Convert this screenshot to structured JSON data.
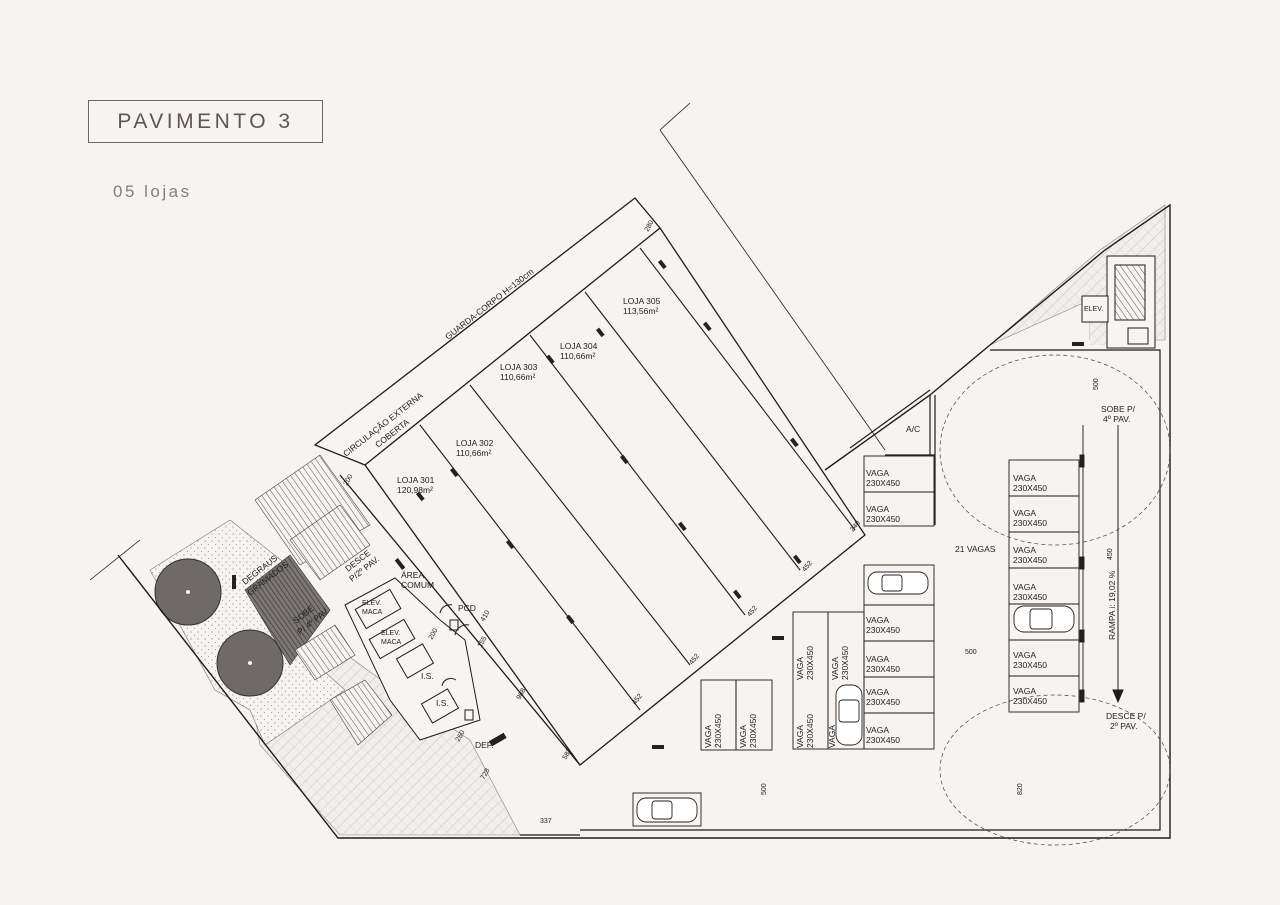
{
  "header": {
    "title": "PAVIMENTO 3",
    "subtitle": "05 lojas"
  },
  "stores": [
    {
      "name": "LOJA 301",
      "area": "120,98m²"
    },
    {
      "name": "LOJA 302",
      "area": "110,66m²"
    },
    {
      "name": "LOJA 303",
      "area": "110,66m²"
    },
    {
      "name": "LOJA 304",
      "area": "110,66m²"
    },
    {
      "name": "LOJA 305",
      "area": "113,56m²"
    }
  ],
  "labels": {
    "guard_rail": "GUARDA-CORPO H=130cm",
    "circulation_1": "CIRCULAÇÃO EXTERNA",
    "circulation_2": "COBERTA",
    "area_comum_1": "ÁREA",
    "area_comum_2": "COMUM",
    "elev_maca": "ELEV.",
    "maca": "MACA",
    "pcd": "PCD",
    "is": "I.S.",
    "dep": "DEP.",
    "ac": "A/C",
    "elev": "ELEV.",
    "degraus_1": "DEGRAUS",
    "degraus_2": "GRAMADOS",
    "desce_1": "DESCE",
    "desce_2": "P/2º PAV.",
    "sobe_1": "SOBE",
    "sobe_2": "P/ 4º PAV.",
    "vagas_total": "21 VAGAS",
    "sobe_ramp_1": "SOBE P/",
    "sobe_ramp_2": "4º PAV.",
    "desce_ramp_1": "DESCE P/",
    "desce_ramp_2": "2º PAV.",
    "rampa": "RAMPA i: 19,02 %",
    "vaga": "VAGA",
    "vaga_size": "230X450"
  },
  "dimensions": {
    "d280": "280",
    "d200": "200",
    "d240": "240",
    "d452": "452",
    "d988": "988",
    "d587": "587",
    "d728": "728",
    "d337": "337",
    "d500": "500",
    "d450": "450",
    "d820": "820",
    "d410": "410",
    "d155": "155",
    "d260": "260"
  }
}
